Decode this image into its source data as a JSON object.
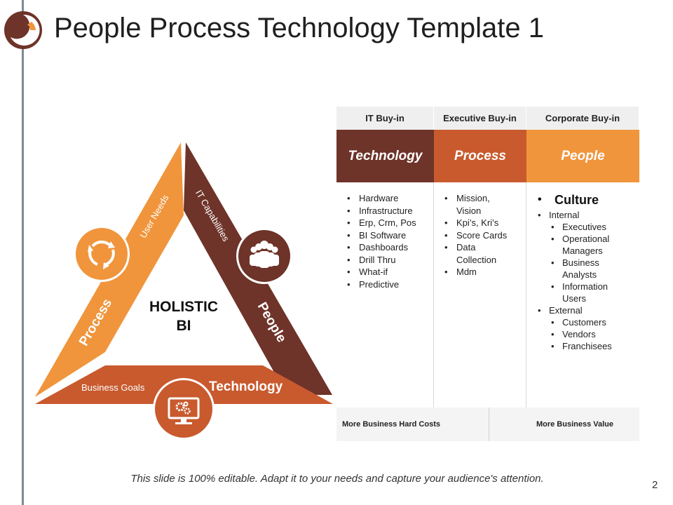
{
  "slide": {
    "title": "People Process Technology Template 1",
    "caption": "This slide is 100% editable. Adapt it to your needs and capture your audience's attention.",
    "page_number": "2"
  },
  "colors": {
    "orange": "#f0953c",
    "rust": "#c85a2e",
    "brown": "#6e3329",
    "grey_rule": "#7d8a93"
  },
  "triangle": {
    "center_line1": "HOLISTIC",
    "center_line2": "BI",
    "left_side": {
      "title": "Process",
      "subtitle": "User Needs",
      "icon": "cycle-arrows-icon"
    },
    "right_side": {
      "title": "People",
      "subtitle": "IT Capabilities",
      "icon": "group-people-icon"
    },
    "bottom_side": {
      "title": "Technology",
      "subtitle": "Business Goals",
      "icon": "monitor-gears-icon"
    }
  },
  "table": {
    "headers": [
      "IT Buy-in",
      "Executive Buy-in",
      "Corporate Buy-in"
    ],
    "bands": [
      "Technology",
      "Process",
      "People"
    ],
    "technology_items": [
      "Hardware",
      "Infrastructure",
      "Erp, Crm, Pos",
      "BI Software",
      "Dashboards",
      "Drill Thru",
      "What-if",
      "Predictive"
    ],
    "process_items": [
      "Mission, Vision",
      "Kpi’s, Kri’s",
      "Score Cards",
      "Data Collection",
      "Mdm"
    ],
    "people": {
      "heading": "Culture",
      "internal": "Internal",
      "internal_items": [
        "Executives",
        "Operational Managers",
        "Business Analysts",
        "Information Users"
      ],
      "external": "External",
      "external_items": [
        "Customers",
        "Vendors",
        "Franchisees"
      ]
    },
    "footer_left": "More Business Hard Costs",
    "footer_right": "More Business Value"
  }
}
